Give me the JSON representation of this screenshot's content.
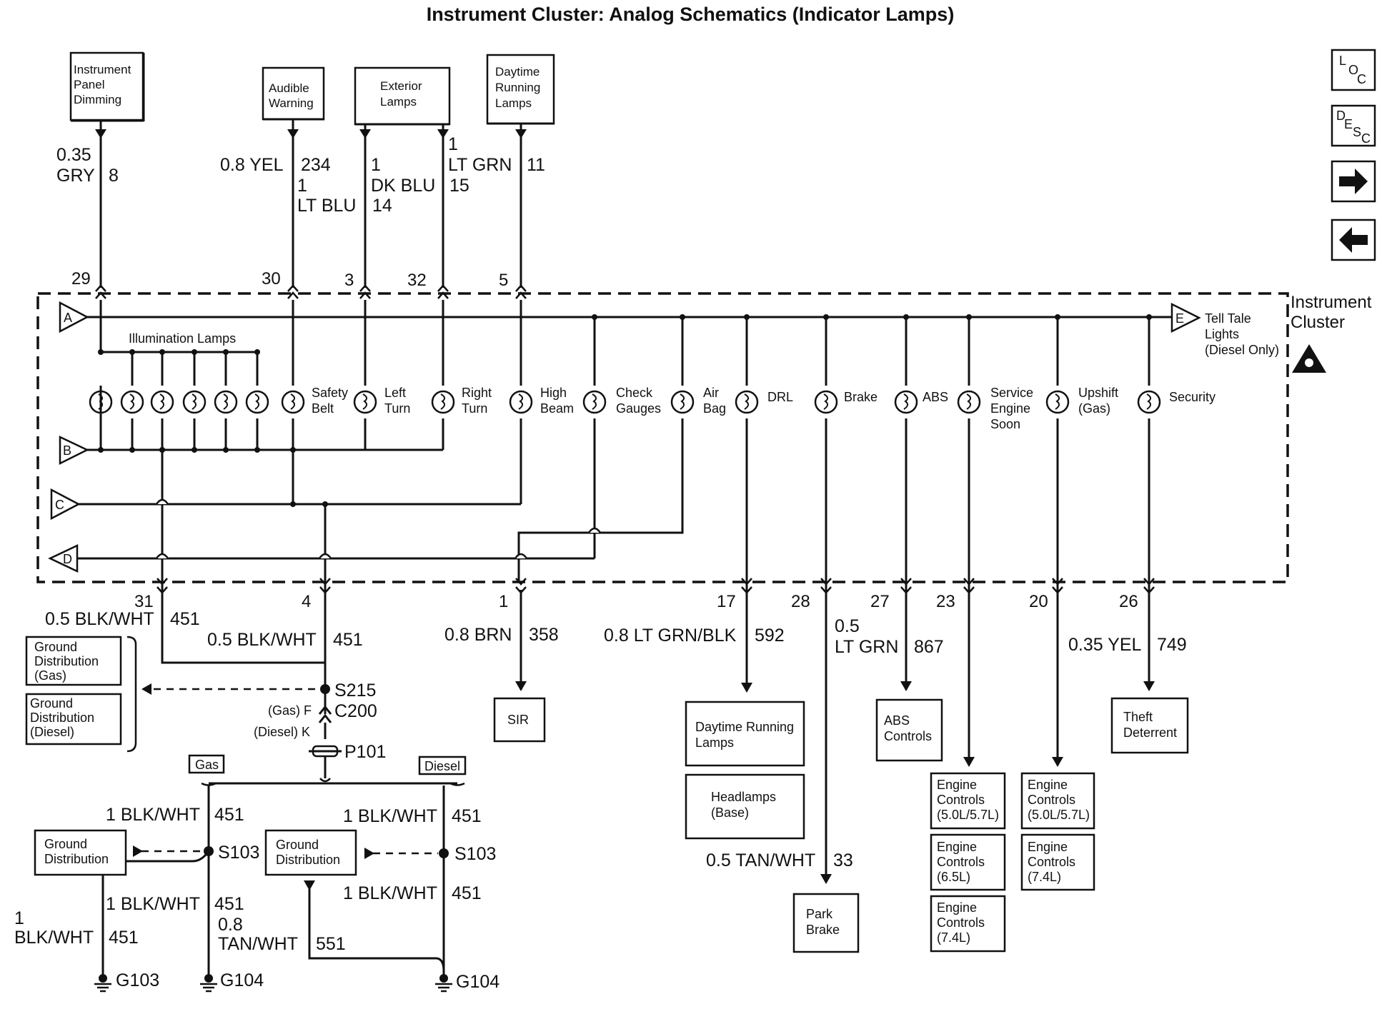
{
  "title": "Instrument Cluster: Analog Schematics (Indicator Lamps)",
  "nav": {
    "loc": [
      "L",
      "O",
      "C"
    ],
    "desc": [
      "D",
      "E",
      "S",
      "C"
    ]
  },
  "top_boxes": [
    [
      "Instrument",
      "Panel",
      "Dimming"
    ],
    [
      "Audible",
      "Warning"
    ],
    [
      "Exterior",
      "Lamps"
    ],
    [
      "Daytime",
      "Running",
      "Lamps"
    ]
  ],
  "top_wires": {
    "w8_size": "0.35",
    "w8_color": "GRY",
    "w8_circuit": "8",
    "w234_label": "0.8 YEL",
    "w234_circuit": "234",
    "w14_size": "1",
    "w14_color": "LT BLU",
    "w14_circuit": "14",
    "w15_size": "1",
    "w15_color": "DK BLU",
    "w15_circuit": "15",
    "w11_size": "1",
    "w11_color": "LT GRN",
    "w11_circuit": "11"
  },
  "top_pins": [
    "29",
    "30",
    "3",
    "32",
    "5"
  ],
  "cluster": {
    "name": [
      "Instrument",
      "Cluster"
    ],
    "illumination": "Illumination Lamps",
    "conn_a": "A",
    "conn_b": "B",
    "conn_c": "C",
    "conn_d": "D",
    "conn_e": "E",
    "telltale": [
      "Tell Tale",
      "Lights",
      "(Diesel Only)"
    ]
  },
  "lamps": [
    [
      "Safety",
      "Belt"
    ],
    [
      "Left",
      "Turn"
    ],
    [
      "Right",
      "Turn"
    ],
    [
      "High",
      "Beam"
    ],
    [
      "Check",
      "Gauges"
    ],
    [
      "Air",
      "Bag"
    ],
    [
      "DRL"
    ],
    [
      "Brake"
    ],
    [
      "ABS"
    ],
    [
      "Service",
      "Engine",
      "Soon"
    ],
    [
      "Upshift",
      "(Gas)"
    ],
    [
      "Security"
    ]
  ],
  "bottom_pins": [
    "31",
    "4",
    "1",
    "17",
    "28",
    "27",
    "23",
    "20",
    "26"
  ],
  "bottom_wires": {
    "w451a": "0.5 BLK/WHT",
    "w451a_c": "451",
    "w451b": "0.5 BLK/WHT",
    "w451b_c": "451",
    "w358": "0.8 BRN",
    "w358_c": "358",
    "w592": "0.8 LT GRN/BLK",
    "w592_c": "592",
    "w867_size": "0.5",
    "w867_color": "LT GRN",
    "w867_c": "867",
    "w749": "0.35 YEL",
    "w749_c": "749",
    "w33": "0.5 TAN/WHT",
    "w33_c": "33"
  },
  "splices": {
    "s215": "S215",
    "c200": "C200",
    "gas_f": "(Gas) F",
    "diesel_k": "(Diesel) K",
    "p101": "P101",
    "gas": "Gas",
    "diesel": "Diesel",
    "s103": "S103"
  },
  "ground_boxes": {
    "gd_gas": [
      "Ground",
      "Distribution",
      "(Gas)"
    ],
    "gd_diesel": [
      "Ground",
      "Distribution",
      "(Diesel)"
    ],
    "gd_left": [
      "Ground",
      "Distribution"
    ],
    "gd_mid": [
      "Ground",
      "Distribution"
    ]
  },
  "ground_wires": {
    "g_left_top": "1 BLK/WHT",
    "g_left_top_c": "451",
    "g_right_top": "1 BLK/WHT",
    "g_right_top_c": "451",
    "g_left_mid": "1 BLK/WHT",
    "g_left_mid_c": "451",
    "g_left_tan_size": "0.8",
    "g_left_tan_color": "TAN/WHT",
    "g_far_size": "1",
    "g_far_color": "BLK/WHT",
    "g_far_c": "451",
    "g_right_mid": "1 BLK/WHT",
    "g_right_mid_c": "451",
    "g_551": "551",
    "g103": "G103",
    "g104a": "G104",
    "g104b": "G104"
  },
  "dest_boxes": {
    "sir": [
      "SIR"
    ],
    "drl": [
      "Daytime Running",
      "Lamps"
    ],
    "headlamps": [
      "Headlamps",
      "(Base)"
    ],
    "park": [
      "Park",
      "Brake"
    ],
    "abs": [
      "ABS",
      "Controls"
    ],
    "ec1": [
      "Engine",
      "Controls",
      "(5.0L/5.7L)"
    ],
    "ec2": [
      "Engine",
      "Controls",
      "(6.5L)"
    ],
    "ec3": [
      "Engine",
      "Controls",
      "(7.4L)"
    ],
    "ec4": [
      "Engine",
      "Controls",
      "(5.0L/5.7L)"
    ],
    "ec5": [
      "Engine",
      "Controls",
      "(7.4L)"
    ],
    "theft": [
      "Theft",
      "Deterrent"
    ]
  }
}
